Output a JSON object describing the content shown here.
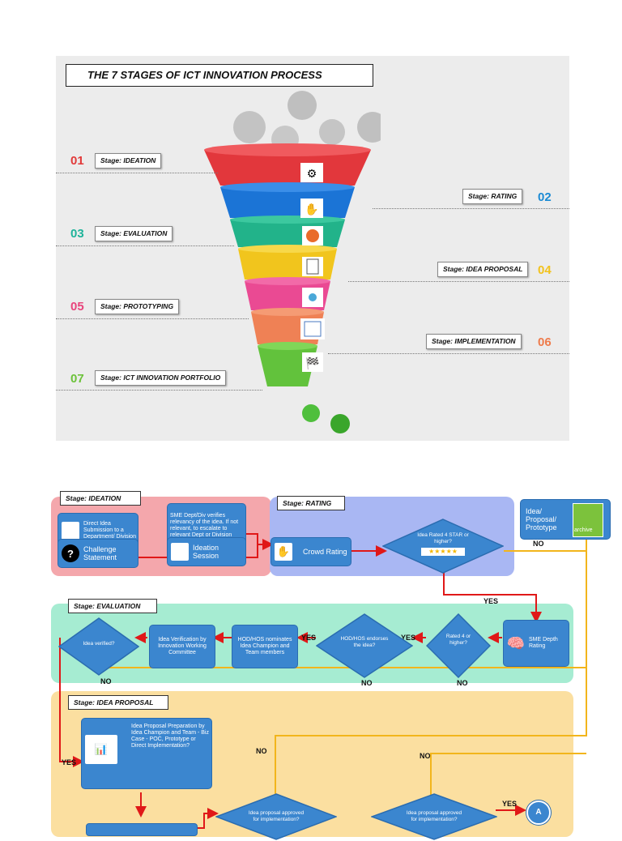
{
  "infographic": {
    "title": "THE 7 STAGES OF ICT INNOVATION PROCESS",
    "stages": [
      {
        "num": "01",
        "label": "Stage: IDEATION",
        "color": "#e23a3a"
      },
      {
        "num": "02",
        "label": "Stage: RATING",
        "color": "#1a8ad4"
      },
      {
        "num": "03",
        "label": "Stage: EVALUATION",
        "color": "#1fb39a"
      },
      {
        "num": "04",
        "label": "Stage: IDEA PROPOSAL",
        "color": "#f2c21c"
      },
      {
        "num": "05",
        "label": "Stage: PROTOTYPING",
        "color": "#e8457c"
      },
      {
        "num": "06",
        "label": "Stage: IMPLEMENTATION",
        "color": "#ee7b4b"
      },
      {
        "num": "07",
        "label": "Stage: ICT INNOVATION PORTFOLIO",
        "color": "#6cc23a"
      }
    ]
  },
  "flow": {
    "stages": {
      "ideation": "Stage: IDEATION",
      "rating": "Stage: RATING",
      "evaluation": "Stage: EVALUATION",
      "idea_proposal": "Stage: IDEA PROPOSAL"
    },
    "boxes": {
      "direct_idea": "Direct Idea Submission to a Department/ Division",
      "sme_verifies": "SME Dept/Div verifies relevancy of the idea. If not relevant, to escalate to relevant Dept or Division SME",
      "challenge": "Challenge Statement",
      "ideation_session": "Ideation Session",
      "crowd_rating": "Crowd Rating",
      "archive": "Idea/ Proposal/ Prototype",
      "archive_tag": "archive",
      "sme_depth": "SME Depth Rating",
      "idea_verification": "Idea Verification by Innovation Working Committee",
      "hod_nominates": "HOD/HOS nominates Idea Champion and Team members",
      "proposal_prep": "Idea Proposal Preparation by Idea Champion and Team - Biz Case - POC, Prototype or Direct Implementation?"
    },
    "decisions": {
      "rated4star": "Idea Rated 4 STAR or higher?",
      "rated4": "Rated 4 or higher?",
      "hod_endorse": "HOD/HOS endorses the idea?",
      "verified": "Idea verified?",
      "approved1": "Idea proposal approved for implementation?",
      "approved2": "Idea proposal approved for implementation?"
    },
    "labels": {
      "no_archive": "NO",
      "yes_rating": "YES",
      "yes_hod": "YES",
      "yes_rated": "YES",
      "no_hod": "NO",
      "no_rated": "NO",
      "no_verified": "NO",
      "yes_verified": "YES",
      "no_approved1": "NO",
      "no_approved2": "NO",
      "yes_approved2": "YES",
      "connector": "A"
    },
    "stars": "★★★★★"
  }
}
